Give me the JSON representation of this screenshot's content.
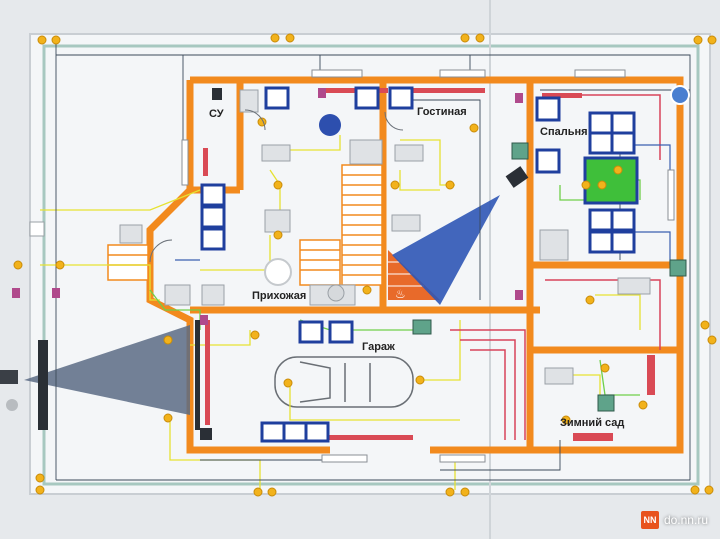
{
  "rooms": {
    "su": "СУ",
    "living": "Гостиная",
    "bedroom": "Спальня",
    "hall": "Прихожая",
    "garage": "Гараж",
    "winter_garden": "Зимний сад"
  },
  "watermark": {
    "logo": "NN",
    "text": "do.nn.ru"
  },
  "colors": {
    "wall": "#f28a1e",
    "wire_yellow": "#e6e232",
    "wire_green": "#6fcf4a",
    "wire_red": "#d8435a",
    "wire_blue": "#3a5fb0",
    "switch_frame": "#1f3f9e",
    "led": "#f2b21b"
  }
}
